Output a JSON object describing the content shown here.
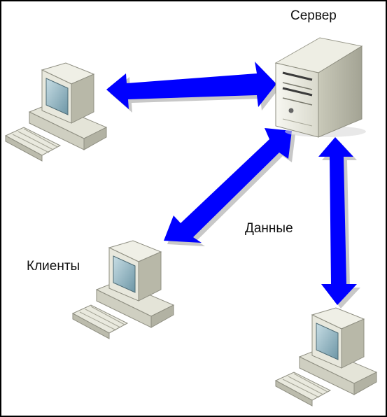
{
  "labels": {
    "server": "Сервер",
    "clients": "Клиенты",
    "data": "Данные"
  },
  "icons": {
    "server": "server-tower-icon",
    "client": "desktop-computer-icon",
    "link": "double-headed-arrow"
  },
  "colors": {
    "arrow": "#0000ff",
    "arrow_shadow": "#9a9a9a",
    "case_light": "#f2f2ea",
    "case_mid": "#dcdccf",
    "case_dark": "#aeae9f",
    "screen": "#8fb2bf"
  }
}
